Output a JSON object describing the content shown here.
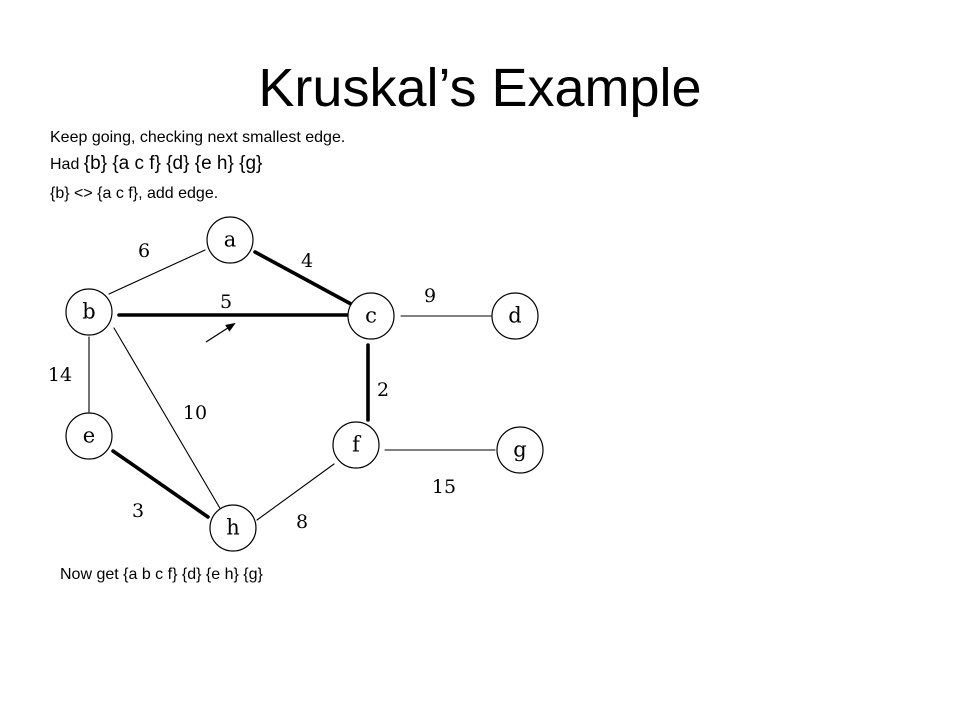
{
  "title": "Kruskal’s Example",
  "text": {
    "line1": "Keep going, checking next smallest edge.",
    "line2_prefix": "Had ",
    "line2_sets": "{b} {a c f} {d} {e h} {g}",
    "line3": "{b} <> {a c f}, add edge.",
    "footer": "Now get {a b c f} {d} {e h} {g}"
  },
  "graph": {
    "vertices": [
      {
        "id": "a",
        "label": "a"
      },
      {
        "id": "b",
        "label": "b"
      },
      {
        "id": "c",
        "label": "c"
      },
      {
        "id": "d",
        "label": "d"
      },
      {
        "id": "e",
        "label": "e"
      },
      {
        "id": "f",
        "label": "f"
      },
      {
        "id": "g",
        "label": "g"
      },
      {
        "id": "h",
        "label": "h"
      }
    ],
    "edges": [
      {
        "from": "a",
        "to": "b",
        "weight": "6",
        "selected": false
      },
      {
        "from": "a",
        "to": "c",
        "weight": "4",
        "selected": true
      },
      {
        "from": "b",
        "to": "c",
        "weight": "5",
        "selected": true
      },
      {
        "from": "c",
        "to": "d",
        "weight": "9",
        "selected": false
      },
      {
        "from": "b",
        "to": "e",
        "weight": "14",
        "selected": false
      },
      {
        "from": "b",
        "to": "h",
        "weight": "10",
        "selected": false
      },
      {
        "from": "c",
        "to": "f",
        "weight": "2",
        "selected": true
      },
      {
        "from": "f",
        "to": "g",
        "weight": "15",
        "selected": false
      },
      {
        "from": "e",
        "to": "h",
        "weight": "3",
        "selected": true
      },
      {
        "from": "f",
        "to": "h",
        "weight": "8",
        "selected": false
      }
    ],
    "current_edge": "b-c"
  }
}
